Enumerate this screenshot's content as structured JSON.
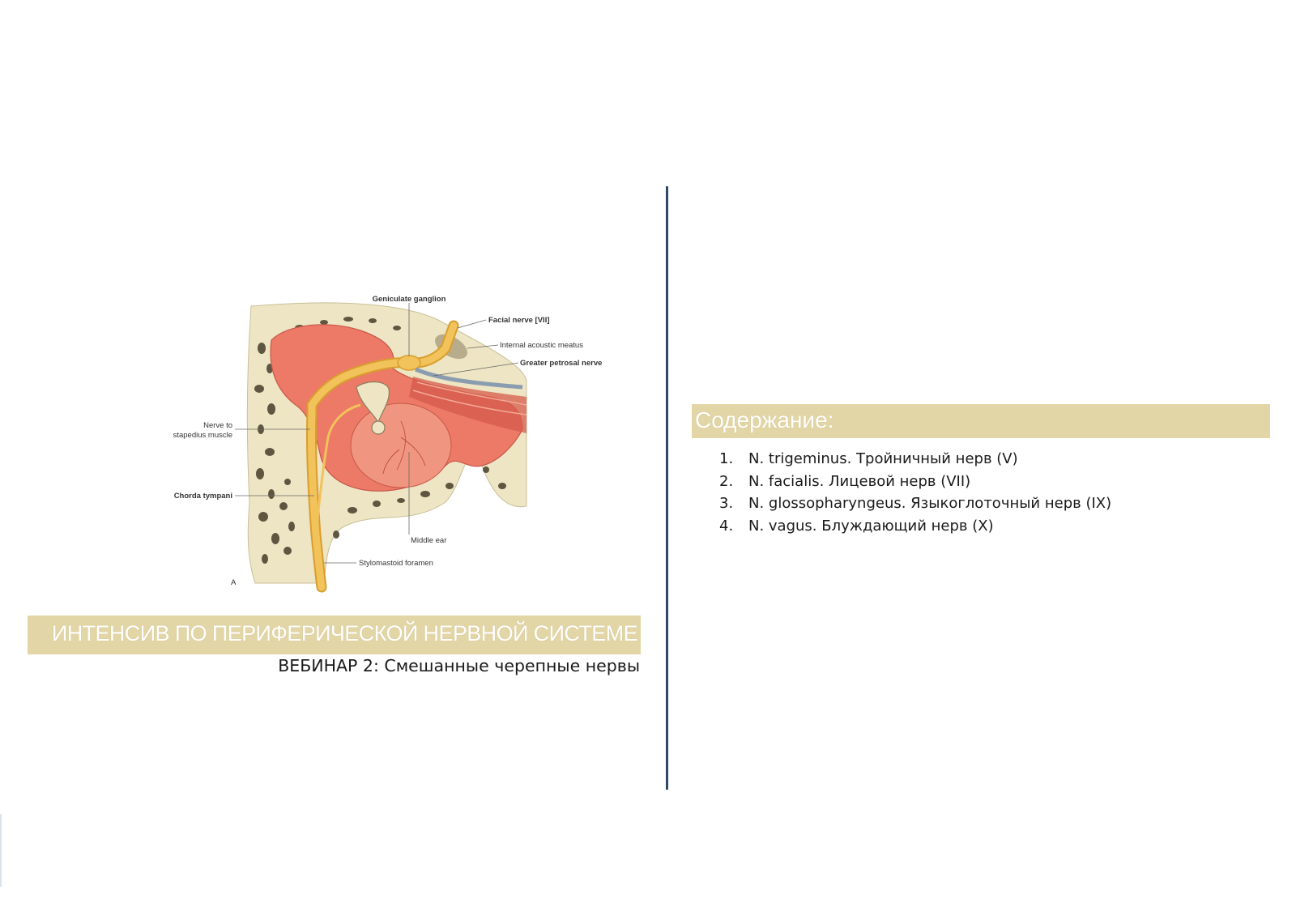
{
  "illustration": {
    "labels": {
      "geniculate_ganglion": "Geniculate ganglion",
      "facial_nerve": "Facial nerve [VII]",
      "internal_acoustic_meatus": "Internal acoustic meatus",
      "greater_petrosal_nerve": "Greater petrosal nerve",
      "nerve_to_stapedius_line1": "Nerve to",
      "nerve_to_stapedius_line2": "stapedius muscle",
      "chorda_tympani": "Chorda tympani",
      "middle_ear": "Middle ear",
      "stylomastoid_foramen": "Stylomastoid foramen",
      "panel_letter": "A"
    },
    "colors": {
      "bone": "#ede5c3",
      "bone_pore": "#5f5642",
      "cavity": "#ec7a66",
      "cavity_dark": "#d65b4c",
      "nerve": "#f2c25b",
      "nerve_outline": "#d99e2e"
    }
  },
  "left_banner": {
    "title": "ИНТЕНСИВ ПО ПЕРИФЕРИЧЕСКОЙ НЕРВНОЙ СИСТЕМЕ",
    "subtitle": "ВЕБИНАР 2: Смешанные черепные нервы"
  },
  "contents": {
    "heading": "Содержание:",
    "items": [
      {
        "num": "1.",
        "text": "N. trigeminus. Тройничный нерв (V)"
      },
      {
        "num": "2.",
        "text": "N. facialis. Лицевой нерв (VII)"
      },
      {
        "num": "3.",
        "text": "N. glossopharyngeus. Языкоглоточный нерв (IX)"
      },
      {
        "num": "4.",
        "text": "N. vagus. Блуждающий нерв (X)"
      }
    ]
  },
  "colors": {
    "banner": "#e3d6a6",
    "divider": "#2c4a63",
    "text": "#1a1a1a"
  }
}
